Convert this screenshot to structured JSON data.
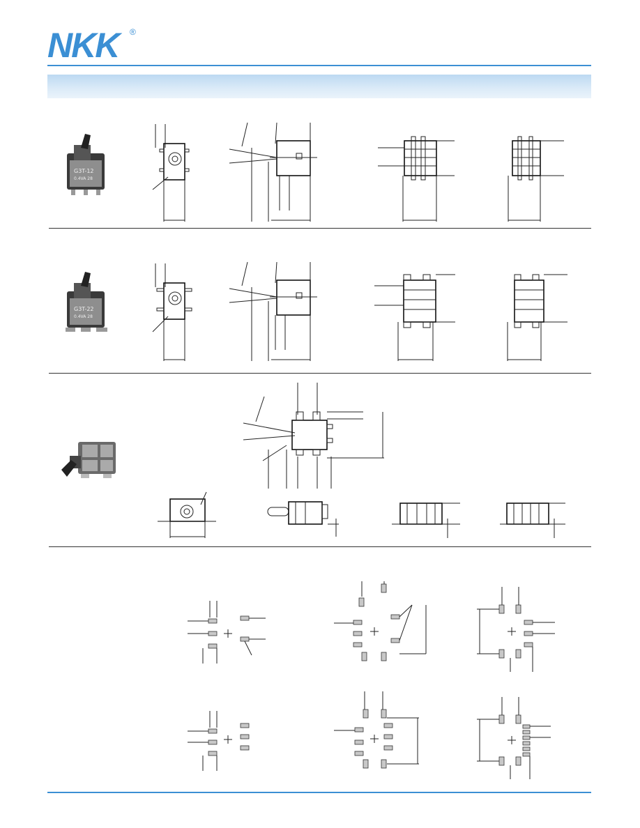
{
  "brand": {
    "name": "NKK",
    "registered_mark": "®",
    "accent_color": "#3b8fd4"
  },
  "photos": [
    {
      "label": "G3T-12",
      "line2": "0.4VA 28"
    },
    {
      "label": "G3T-22",
      "line2": "0.4VA 28"
    }
  ]
}
